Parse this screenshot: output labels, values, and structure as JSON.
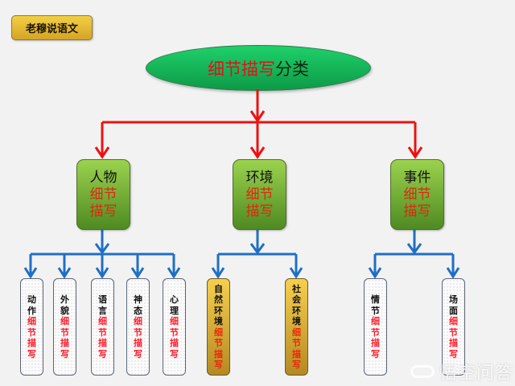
{
  "badge": {
    "label": "老穆说语文"
  },
  "root": {
    "title_red": "细节描写",
    "title_dark": "分类"
  },
  "categories": [
    {
      "title": "人物",
      "sub1": "细节",
      "sub2": "描写",
      "children": [
        {
          "lines": [
            "动",
            "作"
          ],
          "suffix": [
            "细",
            "节",
            "描",
            "写"
          ]
        },
        {
          "lines": [
            "外",
            "貌"
          ],
          "suffix": [
            "细",
            "节",
            "描",
            "写"
          ]
        },
        {
          "lines": [
            "语",
            "言"
          ],
          "suffix": [
            "细",
            "节",
            "描",
            "写"
          ]
        },
        {
          "lines": [
            "神",
            "态"
          ],
          "suffix": [
            "细",
            "节",
            "描",
            "写"
          ]
        },
        {
          "lines": [
            "心",
            "理"
          ],
          "suffix": [
            "细",
            "节",
            "描",
            "写"
          ]
        }
      ]
    },
    {
      "title": "环境",
      "sub1": "细节",
      "sub2": "描写",
      "children": [
        {
          "lines": [
            "自",
            "然",
            "环",
            "境"
          ],
          "suffix": [
            "细",
            "节",
            "描",
            "写"
          ]
        },
        {
          "lines": [
            "社",
            "会",
            "环",
            "境"
          ],
          "suffix": [
            "细",
            "节",
            "描",
            "写"
          ]
        }
      ]
    },
    {
      "title": "事件",
      "sub1": "细节",
      "sub2": "描写",
      "children": [
        {
          "lines": [
            "情",
            "节"
          ],
          "suffix": [
            "细",
            "节",
            "描",
            "写"
          ]
        },
        {
          "lines": [
            "场",
            "面"
          ],
          "suffix": [
            "细",
            "节",
            "描",
            "写"
          ]
        }
      ]
    }
  ],
  "watermark": {
    "text": "悟空问答"
  },
  "colors": {
    "red_connector": "#ee1111",
    "blue_connector": "#1f6fc4",
    "root_fill": "#16b85a",
    "category_fill": "#7ab83a",
    "gold_fill": "#e0b23a"
  }
}
